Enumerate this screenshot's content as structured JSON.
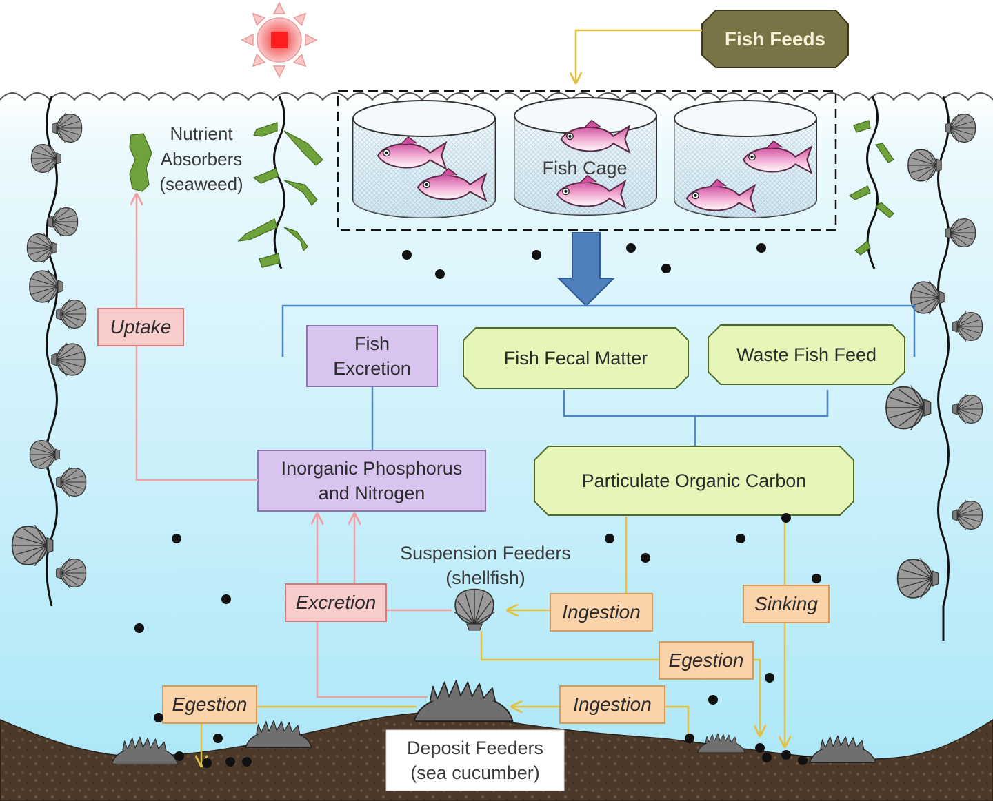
{
  "labels": {
    "fish_feeds": "Fish Feeds",
    "nutrient_absorbers": "Nutrient\nAbsorbers\n(seaweed)",
    "fish_cage": "Fish Cage",
    "fish_excretion": "Fish\nExcretion",
    "fish_fecal_matter": "Fish Fecal Matter",
    "waste_fish_feed": "Waste Fish Feed",
    "inorganic_pn": "Inorganic Phosphorus\nand Nitrogen",
    "particulate_organic_carbon": "Particulate Organic Carbon",
    "suspension_feeders": "Suspension Feeders\n(shellfish)",
    "deposit_feeders": "Deposit Feeders\n(sea cucumber)"
  },
  "process_labels": {
    "uptake": "Uptake",
    "excretion": "Excretion",
    "ingestion_shellfish": "Ingestion",
    "sinking": "Sinking",
    "egestion_shellfish": "Egestion",
    "ingestion_cucumber": "Ingestion",
    "egestion_cucumber": "Egestion"
  },
  "colors": {
    "water": "#c9effa",
    "sediment": "#4a3a2c",
    "fish_feeds_box": "#7a7346",
    "lavender_box": "#d8c4ee",
    "green_box": "#e6f5b8",
    "pink_box": "#f9cccc",
    "orange_box": "#fbd3ab",
    "pink_arrow": "#f0a0a0",
    "yellow_arrow": "#e2c040",
    "blue_arrow": "#4f7fbd",
    "blue_bracket": "#4a86c8"
  }
}
